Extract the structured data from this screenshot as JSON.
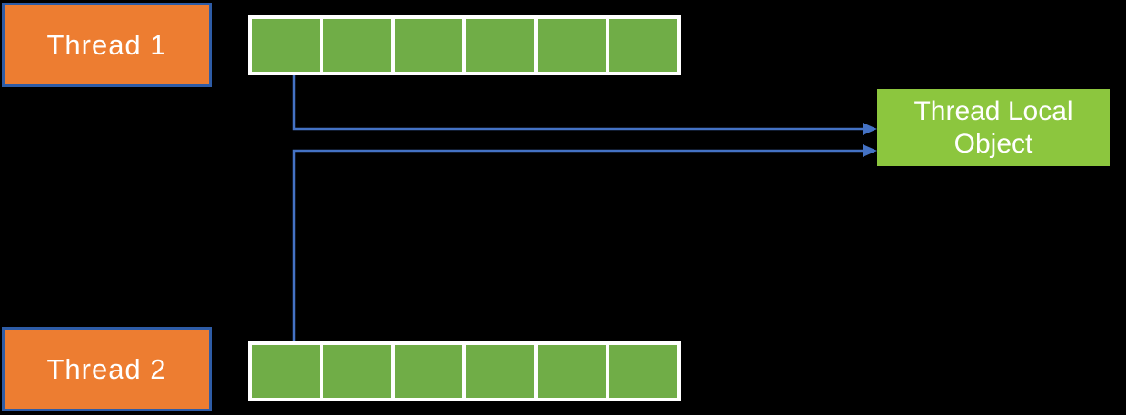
{
  "diagram": {
    "threads": [
      {
        "label": "Thread 1",
        "buffer_segments": 6
      },
      {
        "label": "Thread 2",
        "buffer_segments": 6
      }
    ],
    "target": {
      "label": "Thread Local Object"
    },
    "arrows": [
      {
        "from": "thread-1-buffer",
        "to": "thread-local-object"
      },
      {
        "from": "thread-2-buffer",
        "to": "thread-local-object"
      }
    ]
  },
  "colors": {
    "background": "#000000",
    "thread-fill": "#ED7D31",
    "thread-border": "#2E5CA6",
    "buffer-green": "#70AD47",
    "buffer-frame": "#FFFFFF",
    "object-green": "#8CC63E",
    "arrow-blue": "#4472C4",
    "text-white": "#FFFFFF"
  }
}
